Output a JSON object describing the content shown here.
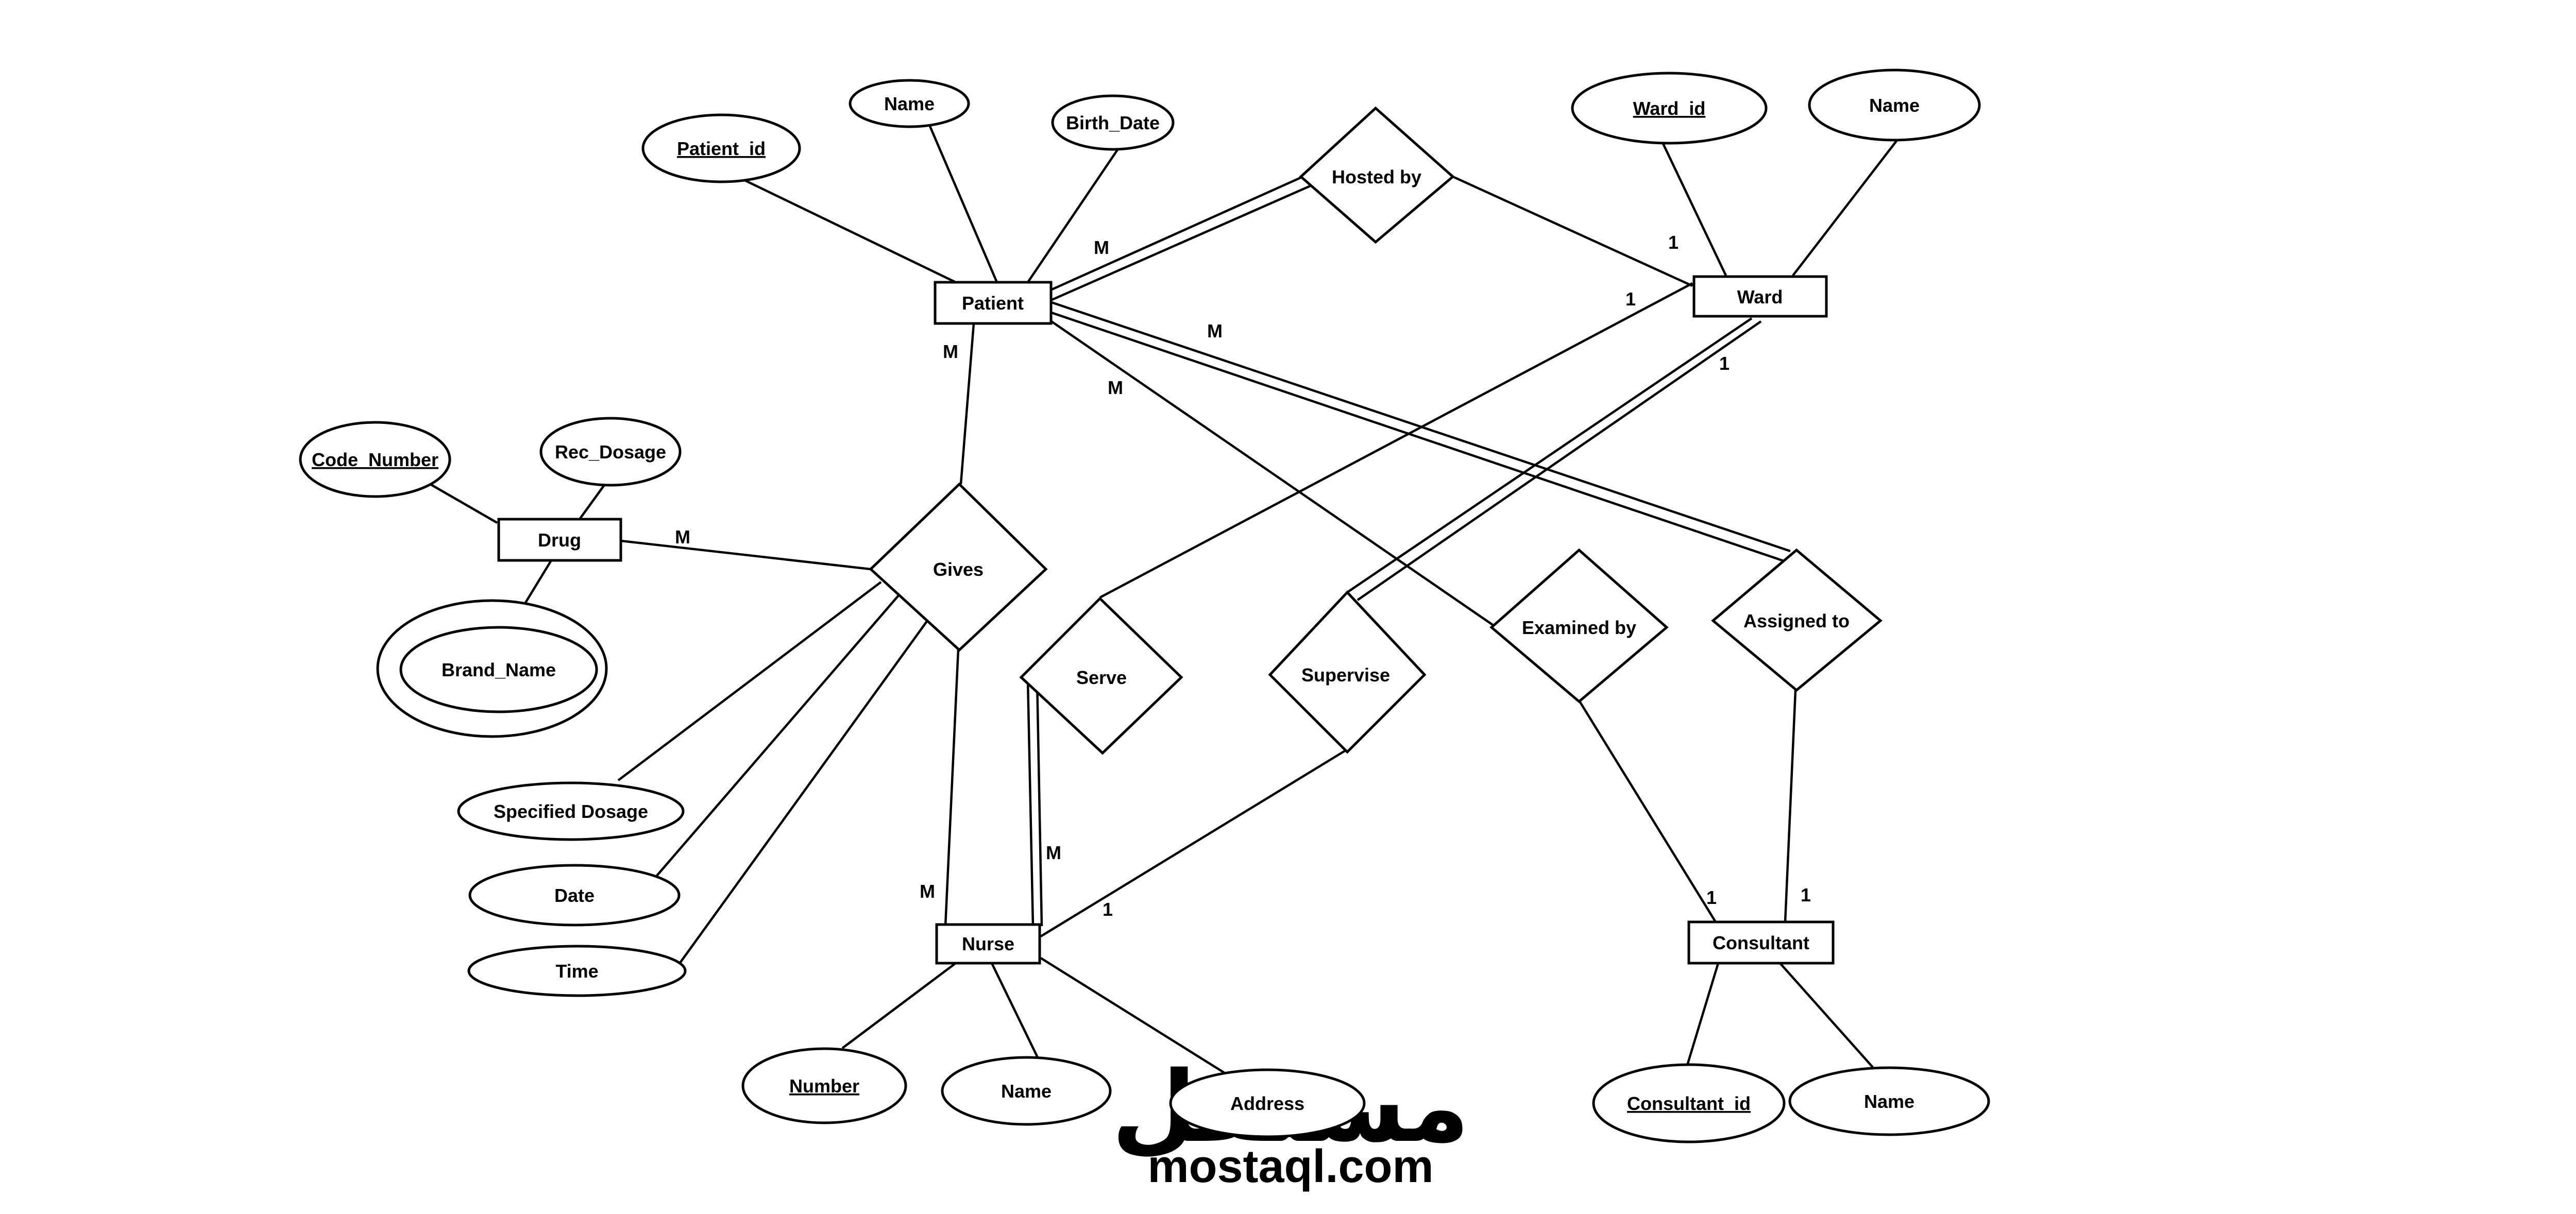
{
  "entities": {
    "patient": "Patient",
    "ward": "Ward",
    "drug": "Drug",
    "nurse": "Nurse",
    "consultant": "Consultant"
  },
  "relationships": {
    "hosted_by": "Hosted by",
    "gives": "Gives",
    "serve": "Serve",
    "supervise": "Supervise",
    "examined_by": "Examined by",
    "assigned_to": "Assigned to"
  },
  "attributes": {
    "patient_id": "Patient_id",
    "patient_name": "Name",
    "birth_date": "Birth_Date",
    "ward_id": "Ward_id",
    "ward_name": "Name",
    "code_number": "Code_Number",
    "rec_dosage": "Rec_Dosage",
    "brand_name": "Brand_Name",
    "specified_dosage": "Specified Dosage",
    "date": "Date",
    "time": "Time",
    "nurse_number": "Number",
    "nurse_name": "Name",
    "nurse_address": "Address",
    "consultant_id": "Consultant_id",
    "consultant_name": "Name"
  },
  "cardinalities": {
    "patient_hosted": "M",
    "ward_hosted": "1",
    "patient_assigned": "M",
    "patient_examined": "M",
    "patient_gives": "M",
    "drug_gives": "M",
    "nurse_gives": "M",
    "ward_serve": "1",
    "ward_supervise": "1",
    "nurse_serve": "M",
    "nurse_supervise": "1",
    "consultant_examined": "1",
    "consultant_assigned": "1"
  },
  "watermark": {
    "logo_text": "مستقل",
    "site": "mostaql.com"
  }
}
